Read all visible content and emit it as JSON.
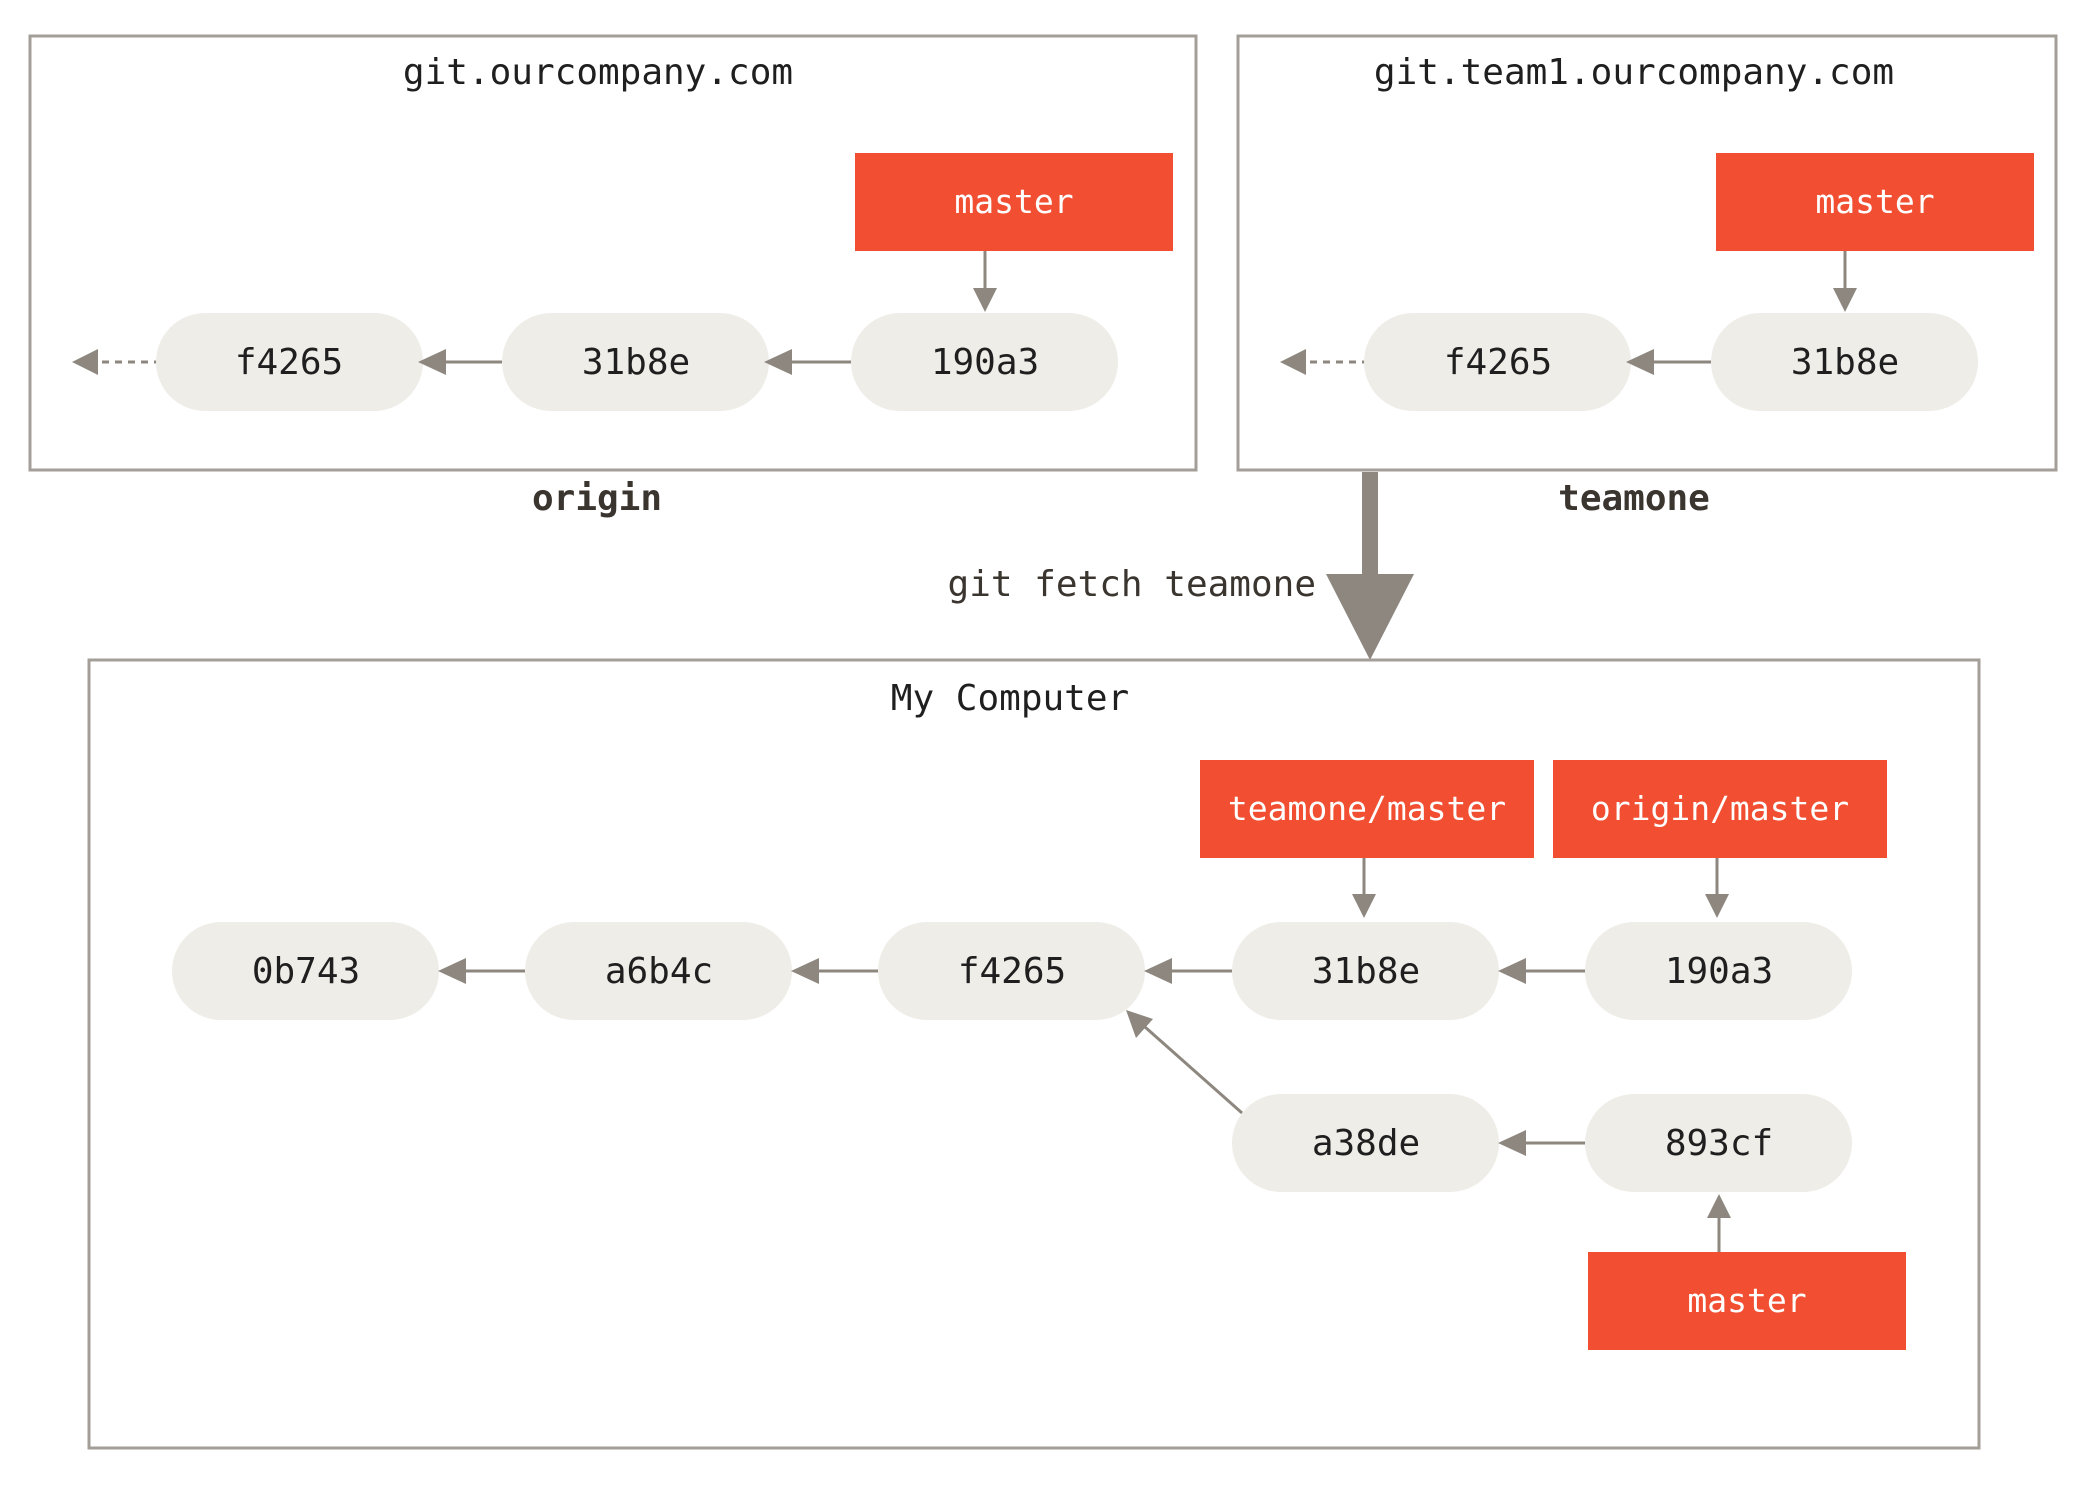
{
  "origin": {
    "host": "git.ourcompany.com",
    "name": "origin",
    "branch": "master",
    "commits": [
      "f4265",
      "31b8e",
      "190a3"
    ]
  },
  "teamone": {
    "host": "git.team1.ourcompany.com",
    "name": "teamone",
    "branch": "master",
    "commits": [
      "f4265",
      "31b8e"
    ]
  },
  "command": "git fetch teamone",
  "local": {
    "title": "My Computer",
    "commits": [
      "0b743",
      "a6b4c",
      "f4265",
      "31b8e",
      "190a3",
      "a38de",
      "893cf"
    ],
    "branches": {
      "teamone_master": "teamone/master",
      "origin_master": "origin/master",
      "master": "master"
    }
  },
  "colors": {
    "branch": "#f14e32",
    "commit": "#efede8",
    "arrow": "#8d877f",
    "border": "#a39e98"
  }
}
